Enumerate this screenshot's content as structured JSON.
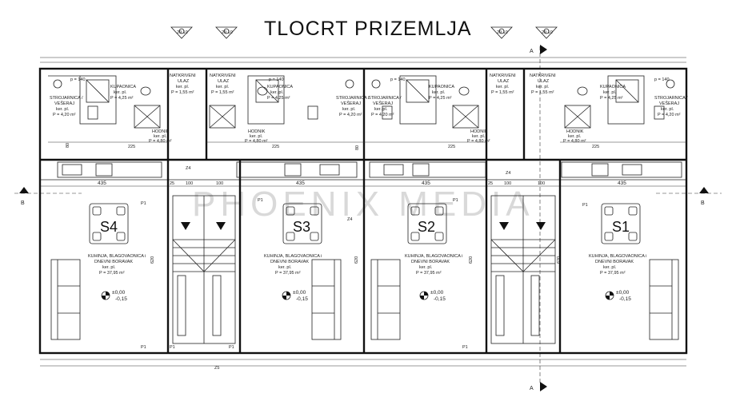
{
  "title": "TLOCRT PRIZEMLJA",
  "levelMarker": "29.10",
  "sectionA": "A",
  "sectionB": "B",
  "watermark": "PHOENIX MEDIA",
  "units": [
    {
      "id": "S4",
      "label": "S4"
    },
    {
      "id": "S3",
      "label": "S3"
    },
    {
      "id": "S2",
      "label": "S2"
    },
    {
      "id": "S1",
      "label": "S1"
    }
  ],
  "rooms": {
    "storage": {
      "name1": "STROJARNICA /",
      "name2": "VEŠERAJ",
      "floor": "ker. pl.",
      "area": "P = 4,20 m²"
    },
    "bath": {
      "name": "KUPAONICA",
      "floor": "ker. pl.",
      "area": "P = 4,25 m²"
    },
    "entrance": {
      "name1": "NATKRIVENI",
      "name2": "ULAZ",
      "floor": "ker. pl.",
      "area": "P = 1,55 m²"
    },
    "hall": {
      "name": "HODNIK",
      "floor": "ker. pl.",
      "area": "P = 4,80 m²"
    },
    "living": {
      "name1": "KUHINJA, BLAGOVAONICA i",
      "name2": "DNEVNI BORAVAK",
      "floor": "ker. pl.",
      "area": "P = 37,95 m²"
    }
  },
  "levels": {
    "main": "±0,00",
    "sub": "-0,15"
  },
  "dims": {
    "d435": "435",
    "d225": "225",
    "d25": "25",
    "d100": "100",
    "d620": "620",
    "d140": "p = 140",
    "d80": "80"
  },
  "tags": {
    "p1": "P1",
    "z4": "Z4",
    "z5": "Z5"
  }
}
